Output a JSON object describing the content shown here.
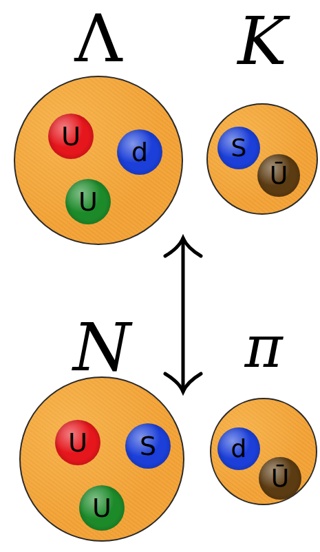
{
  "diagram": {
    "nodes": [
      {
        "text": [
          "Λ"
        ]
      },
      {
        "text": [
          "U"
        ],
        "in": 0
      },
      {
        "text": [
          "d"
        ],
        "in": 0
      },
      {
        "text": [
          "U"
        ],
        "in": 0
      },
      {
        "text": [
          "K"
        ]
      },
      {
        "text": [
          "S"
        ],
        "in": 4
      },
      {
        "text": [
          "Ū"
        ],
        "in": 4
      },
      {
        "text": [
          "N"
        ]
      },
      {
        "text": [
          "U"
        ],
        "in": 7
      },
      {
        "text": [
          "S"
        ],
        "in": 7
      },
      {
        "text": [
          "U"
        ],
        "in": 7
      },
      {
        "text": [
          "π"
        ]
      },
      {
        "text": [
          "d"
        ],
        "in": 11
      },
      {
        "text": [
          "Ū"
        ],
        "in": 11
      }
    ],
    "edges": [
      {
        "from": 0,
        "to": 7,
        "arrow": "both"
      }
    ]
  }
}
